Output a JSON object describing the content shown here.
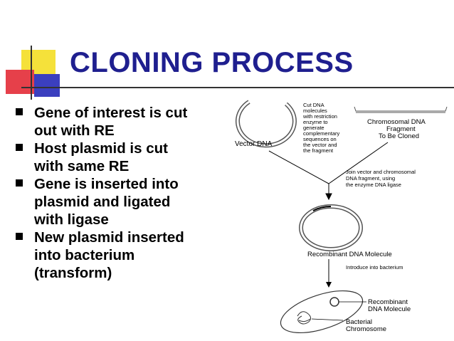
{
  "slide": {
    "title": "CLONING PROCESS",
    "bullets": [
      {
        "text": "Gene of interest is cut\nout with RE"
      },
      {
        "text": "Host plasmid is cut\nwith same RE"
      },
      {
        "text": "Gene is inserted into\nplasmid and ligated\nwith ligase"
      },
      {
        "text": "New plasmid inserted\ninto bacterium\n(transform)"
      }
    ]
  },
  "diagram": {
    "vector_label": "Vector DNA",
    "cut_note": [
      "Cut DNA",
      "molecules",
      "with restriction",
      "enzyme to",
      "generate",
      "complementary",
      "sequences on",
      "the vector and",
      "the fragment"
    ],
    "chromosomal_label": [
      "Chromosomal DNA",
      "Fragment",
      "To Be Cloned"
    ],
    "join_note": [
      "Join vector and chromosomal",
      "DNA fragment, using",
      "the enzyme DNA ligase"
    ],
    "recombinant_label": "Recombinant DNA Molecule",
    "introduce_note": "Introduce into bacterium",
    "recombinant_cell_label": [
      "Recombinant",
      "DNA Molecule"
    ],
    "bacterial_chromosome_label": [
      "Bacterial",
      "Chromosome"
    ]
  },
  "colors": {
    "title": "#1f1f8f",
    "deco_yellow": "#f5e13a",
    "deco_red": "#e6404a",
    "deco_blue": "#3b3fbf"
  }
}
